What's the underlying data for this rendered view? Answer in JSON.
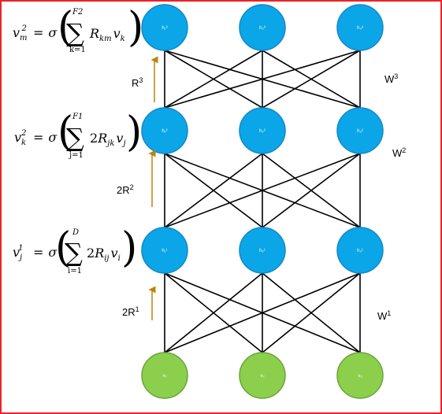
{
  "colors": {
    "hidden_node": "#0aa6e8",
    "hidden_stroke": "#1688c9",
    "visible_node": "#8ccf4d",
    "visible_stroke": "#6aa63a",
    "edge": "#000000",
    "arrow": "#b8860b",
    "frame": "#e8242a"
  },
  "nodes": {
    "layer3": [
      "h₁³",
      "h₂³",
      "h₃³"
    ],
    "layer2": [
      "h₁²",
      "h₂²",
      "h₃²"
    ],
    "layer1": [
      "h₁¹",
      "h₂¹",
      "h₃¹"
    ],
    "visible": [
      "v₁",
      "v₂",
      "v₃"
    ]
  },
  "weights": {
    "w3": {
      "base": "W",
      "sup": "3"
    },
    "w2": {
      "base": "W",
      "sup": "2"
    },
    "w1": {
      "base": "W",
      "sup": "1"
    }
  },
  "arrows": {
    "r3": {
      "base": "R",
      "sup": "3"
    },
    "r2": {
      "base": "2R",
      "sup": "2"
    },
    "r1": {
      "base": "2R",
      "sup": "1"
    }
  },
  "equations": {
    "eq3": {
      "lhs_var": "v",
      "lhs_sub": "m",
      "lhs_sup": "2",
      "equals": "=",
      "sigma": "σ",
      "sum_upper": "F2",
      "sum_lower": "k=1",
      "coef": "",
      "body_var": "R",
      "body_sub": "km",
      "body_v": "v",
      "body_v_sub": "k"
    },
    "eq2": {
      "lhs_var": "v",
      "lhs_sub": "k",
      "lhs_sup": "2",
      "equals": "=",
      "sigma": "σ",
      "sum_upper": "F1",
      "sum_lower": "j=1",
      "coef": "2",
      "body_var": "R",
      "body_sub": "jk",
      "body_v": "v",
      "body_v_sub": "j"
    },
    "eq1": {
      "lhs_var": "v",
      "lhs_sub": "j",
      "lhs_sup": "1",
      "equals": "=",
      "sigma": "σ",
      "sum_upper": "D",
      "sum_lower": "i=1",
      "coef": "2",
      "body_var": "R",
      "body_sub": "ij",
      "body_v": "v",
      "body_v_sub": "i"
    }
  }
}
